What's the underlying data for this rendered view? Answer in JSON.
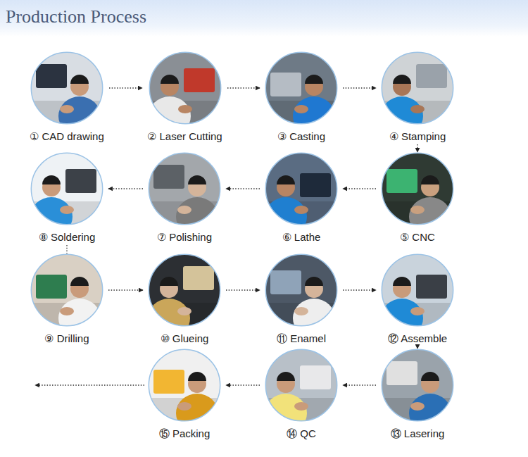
{
  "diagram": {
    "title": "Production Process",
    "nodes": [
      {
        "text": [
          "① CAD drawing"
        ]
      },
      {
        "text": [
          "② Laser Cutting"
        ]
      },
      {
        "text": [
          "③ Casting"
        ]
      },
      {
        "text": [
          "④ Stamping"
        ]
      },
      {
        "text": [
          "⑤ CNC"
        ]
      },
      {
        "text": [
          "⑥ Lathe"
        ]
      },
      {
        "text": [
          "⑦ Polishing"
        ]
      },
      {
        "text": [
          "⑧ Soldering"
        ]
      },
      {
        "text": [
          "⑨ Drilling"
        ]
      },
      {
        "text": [
          "⑩ Glueing"
        ]
      },
      {
        "text": [
          "⑪ Enamel"
        ]
      },
      {
        "text": [
          "⑫ Assemble"
        ]
      },
      {
        "text": [
          "⑬ Lasering"
        ]
      },
      {
        "text": [
          "⑭ QC"
        ]
      },
      {
        "text": [
          "⑮ Packing"
        ]
      }
    ],
    "edges": [
      {
        "from": 0,
        "to": 1,
        "arrow": "to"
      },
      {
        "from": 1,
        "to": 2,
        "arrow": "to"
      },
      {
        "from": 2,
        "to": 3,
        "arrow": "to"
      },
      {
        "from": 3,
        "to": 4,
        "arrow": "to"
      },
      {
        "from": 4,
        "to": 5,
        "arrow": "to"
      },
      {
        "from": 5,
        "to": 6,
        "arrow": "to"
      },
      {
        "from": 6,
        "to": 7,
        "arrow": "to"
      },
      {
        "from": 7,
        "to": 8,
        "arrow": "none"
      },
      {
        "from": 8,
        "to": 9,
        "arrow": "to"
      },
      {
        "from": 9,
        "to": 10,
        "arrow": "to"
      },
      {
        "from": 10,
        "to": 11,
        "arrow": "to"
      },
      {
        "from": 11,
        "to": 12,
        "arrow": "to"
      },
      {
        "from": 12,
        "to": 13,
        "arrow": "to"
      },
      {
        "from": 13,
        "to": 14,
        "arrow": "to"
      }
    ]
  }
}
